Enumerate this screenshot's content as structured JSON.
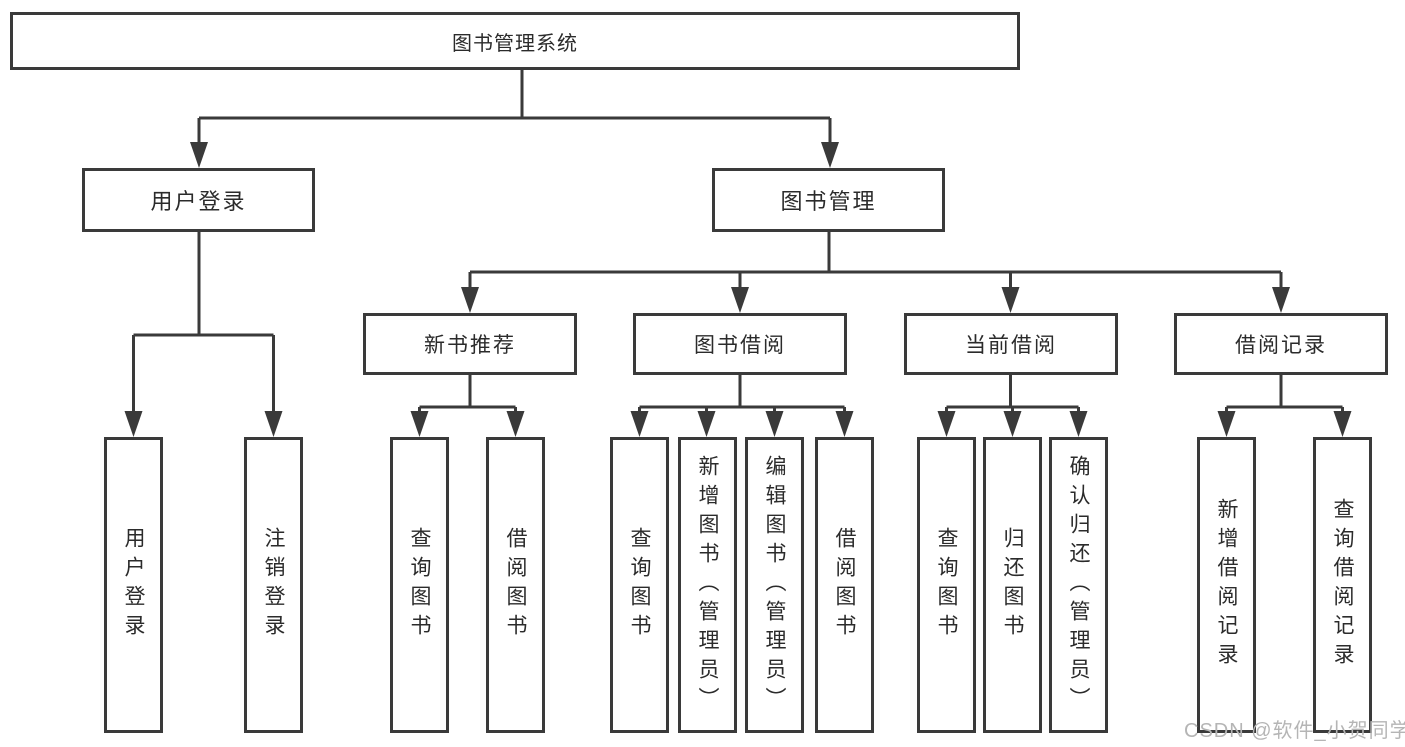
{
  "diagram": {
    "root": {
      "label": "图书管理系统"
    },
    "user_branch": {
      "label": "用户登录",
      "children": [
        {
          "label": "用户登录"
        },
        {
          "label": "注销登录"
        }
      ]
    },
    "book_branch": {
      "label": "图书管理",
      "groups": [
        {
          "label": "新书推荐",
          "children": [
            {
              "label": "查询图书"
            },
            {
              "label": "借阅图书"
            }
          ]
        },
        {
          "label": "图书借阅",
          "children": [
            {
              "label": "查询图书"
            },
            {
              "label": "新增图书（管理员）"
            },
            {
              "label": "编辑图书（管理员）"
            },
            {
              "label": "借阅图书"
            }
          ]
        },
        {
          "label": "当前借阅",
          "children": [
            {
              "label": "查询图书"
            },
            {
              "label": "归还图书"
            },
            {
              "label": "确认归还（管理员）"
            }
          ]
        },
        {
          "label": "借阅记录",
          "children": [
            {
              "label": "新增借阅记录"
            },
            {
              "label": "查询借阅记录"
            }
          ]
        }
      ]
    }
  },
  "watermark": {
    "text": "CSDN @软件_小贺同学"
  },
  "colors": {
    "line": "#3a3a3a",
    "box_background": "#ffffff",
    "text": "#2b2b2b",
    "watermark": "#b5b5b5"
  }
}
